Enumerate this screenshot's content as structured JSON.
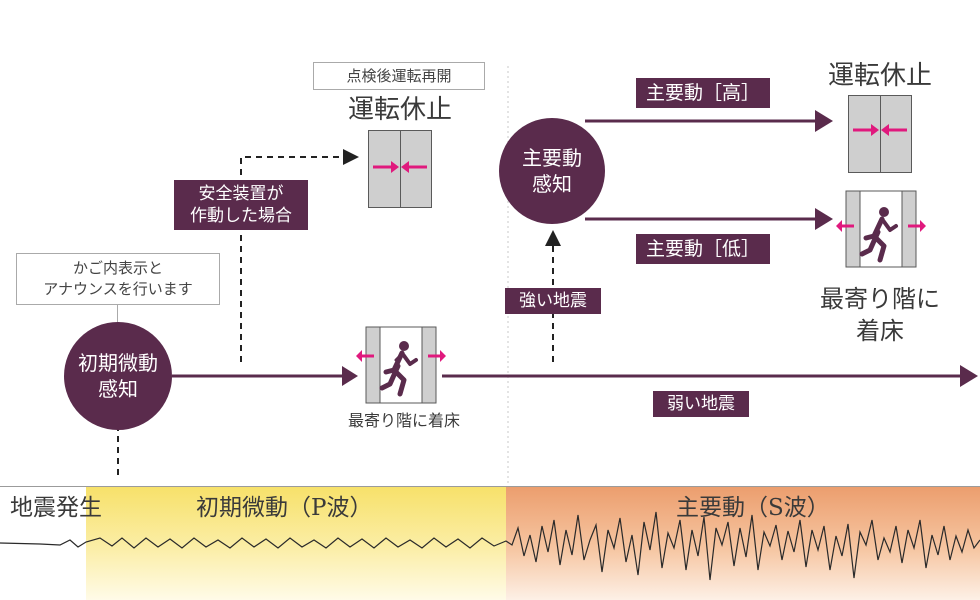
{
  "nodes": {
    "initial_detect": "初期微動\n感知",
    "main_detect": "主要動\n感知"
  },
  "notes": {
    "announce": "かご内表示と\nアナウンスを行います",
    "restart": "点検後運転再開"
  },
  "tags": {
    "safety": "安全装置が\n作動した場合",
    "strong": "強い地震",
    "weak": "弱い地震",
    "main_high": "主要動［高］",
    "main_low": "主要動［低］"
  },
  "outcomes": {
    "stop_left": "運転休止",
    "stop_right": "運転休止",
    "land_center": "最寄り階に着床",
    "land_right": "最寄り階に\n着床"
  },
  "bottom": {
    "occurrence": "地震発生",
    "p_wave": "初期微動（P波）",
    "s_wave": "主要動（S波）"
  },
  "colors": {
    "accent": "#5a2b4c",
    "arrow_pink": "#e0197d",
    "p_band": "#fbeea0",
    "s_band": "#f3b891"
  }
}
